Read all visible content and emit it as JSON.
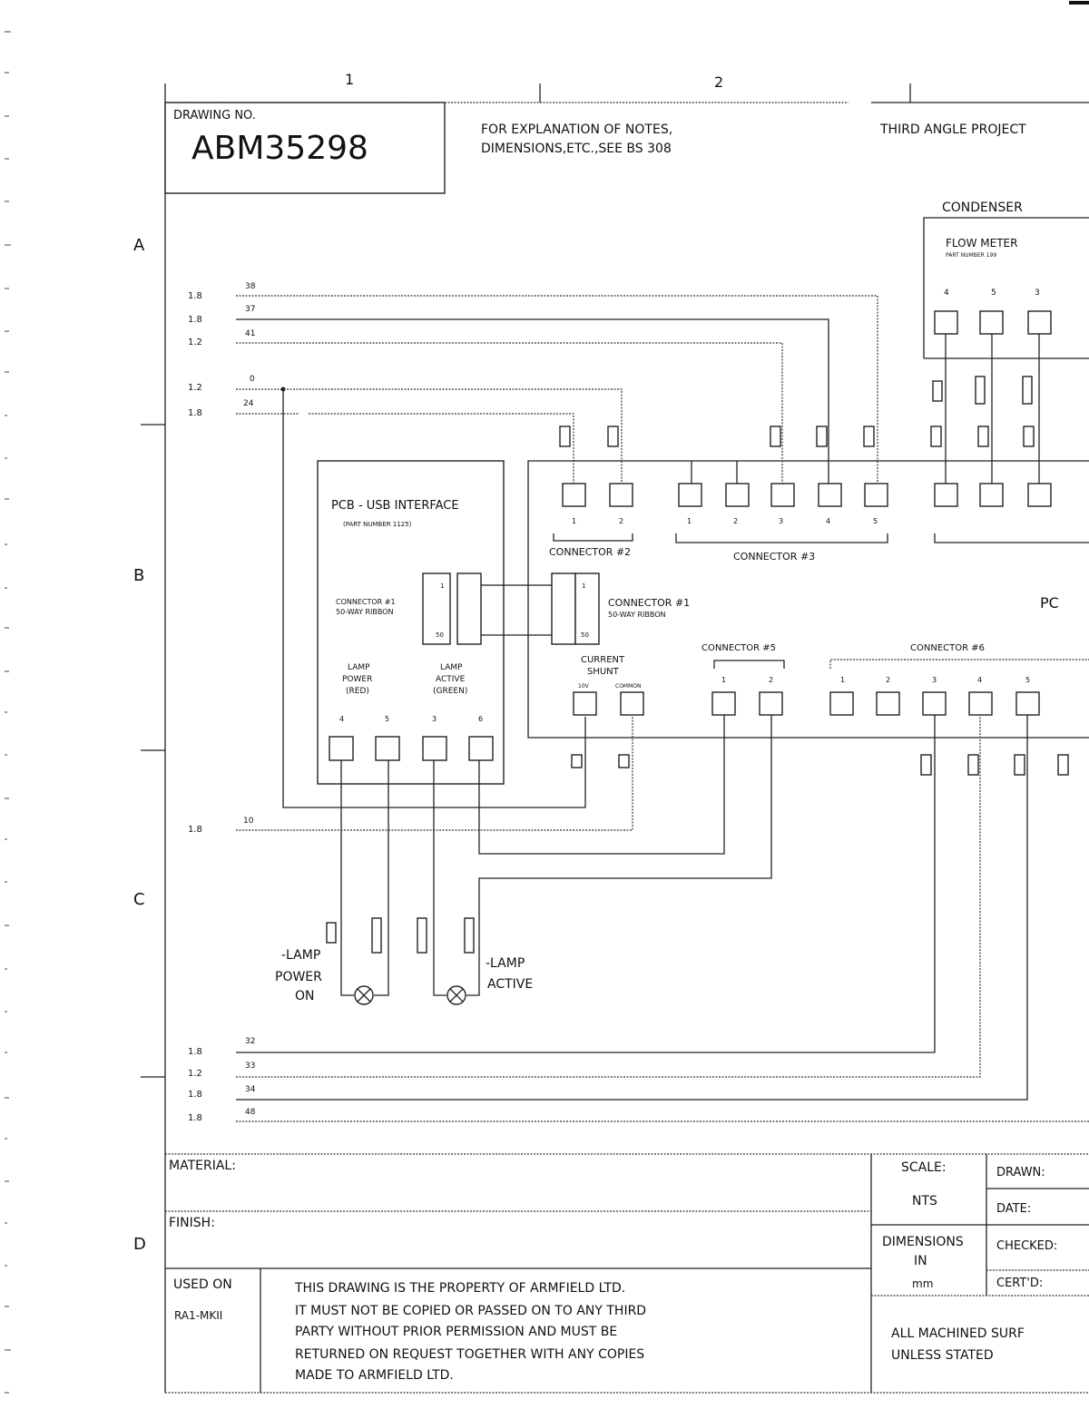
{
  "zones": {
    "col1": "1",
    "col2": "2",
    "rowA": "A",
    "rowB": "B",
    "rowC": "C",
    "rowD": "D"
  },
  "title": {
    "drawing_no_label": "DRAWING NO.",
    "drawing_no": "ABM35298",
    "notes_line1": "FOR EXPLANATION OF NOTES,",
    "notes_line2": "DIMENSIONS,ETC.,SEE BS 308",
    "projection": "THIRD ANGLE PROJECT"
  },
  "condenser": {
    "label": "CONDENSER",
    "flowmeter": "FLOW METER",
    "flowmeter_sub": "PART NUMBER 199",
    "pins": [
      "4",
      "5",
      "3"
    ]
  },
  "wire_gauges_top": [
    "1.8",
    "1.8",
    "1.2",
    "1.2",
    "1.8"
  ],
  "wire_numbers_top": [
    "38",
    "37",
    "41",
    "0",
    "24"
  ],
  "pcb": {
    "title": "PCB - USB INTERFACE",
    "subtitle": "(PART NUMBER 1125)",
    "connector1": "CONNECTOR #1",
    "ribbon": "50-WAY RIBBON",
    "pin_top": "1",
    "pin_bottom": "50",
    "lamp_power": [
      "LAMP",
      "POWER",
      "(RED)"
    ],
    "lamp_active": [
      "LAMP",
      "ACTIVE",
      "(GREEN)"
    ],
    "lamp_pins": [
      "4",
      "5",
      "3",
      "6"
    ]
  },
  "connector_right": {
    "label": "CONNECTOR #1",
    "ribbon": "50-WAY RIBBON",
    "pin_top": "1",
    "pin_bottom": "50"
  },
  "connector2": {
    "label": "CONNECTOR #2",
    "pins": [
      "1",
      "2"
    ]
  },
  "connector3": {
    "label": "CONNECTOR #3",
    "pins": [
      "1",
      "2",
      "3",
      "4",
      "5"
    ]
  },
  "connector5": {
    "label": "CONNECTOR #5",
    "pins": [
      "1",
      "2"
    ]
  },
  "connector6": {
    "label": "CONNECTOR #6",
    "pins": [
      "1",
      "2",
      "3",
      "4",
      "5"
    ]
  },
  "current_shunt": {
    "label_line1": "CURRENT",
    "label_line2": "SHUNT",
    "pins": [
      "10V",
      "COMMON"
    ]
  },
  "pc_label": "PC",
  "wire_gauge_mid": "1.8",
  "wire_number_mid": "10",
  "lamps": {
    "power": [
      "-LAMP",
      "POWER",
      "ON"
    ],
    "active": [
      "-LAMP",
      "ACTIVE"
    ]
  },
  "wire_gauges_bottom": [
    "1.8",
    "1.2",
    "1.8",
    "1.8"
  ],
  "wire_numbers_bottom": [
    "32",
    "33",
    "34",
    "48"
  ],
  "tb": {
    "material": "MATERIAL:",
    "finish": "FINISH:",
    "used_on_label": "USED ON",
    "used_on_value": "RA1-MKII",
    "notice": [
      "THIS DRAWING IS THE PROPERTY OF ARMFIELD LTD.",
      "IT MUST NOT BE COPIED OR PASSED ON TO ANY THIRD",
      "PARTY WITHOUT PRIOR PERMISSION AND MUST BE",
      "RETURNED ON REQUEST TOGETHER WITH ANY COPIES",
      "MADE TO ARMFIELD LTD."
    ],
    "scale_label": "SCALE:",
    "scale_value": "NTS",
    "dims_label": "DIMENSIONS",
    "dims_in": "IN",
    "dims_unit": "mm",
    "drawn": "DRAWN:",
    "date": "DATE:",
    "checked": "CHECKED:",
    "certd": "CERT'D:",
    "machined1": "ALL MACHINED SURF",
    "machined2": "UNLESS STATED"
  }
}
